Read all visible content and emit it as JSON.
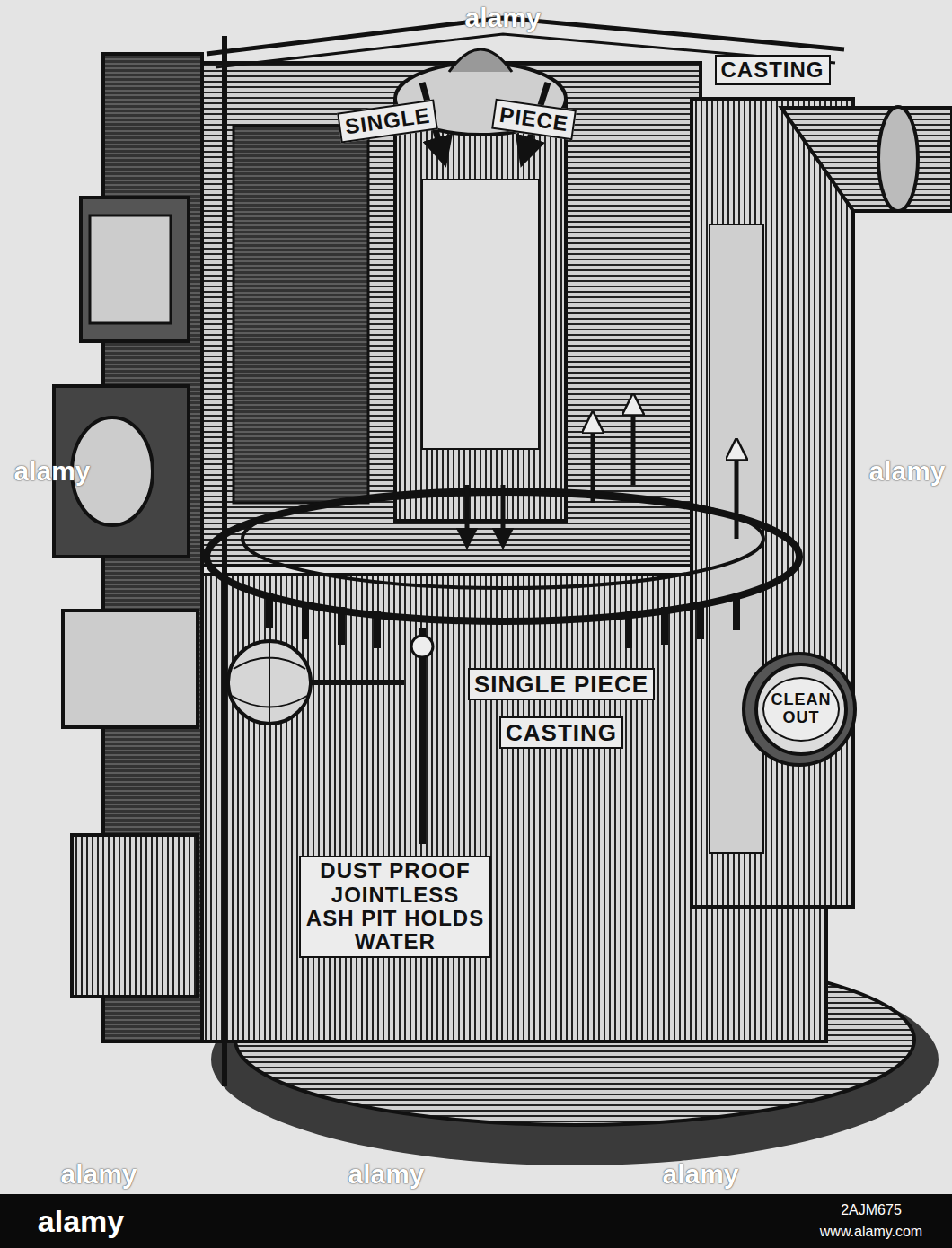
{
  "diagram": {
    "labels": [
      "SINGLE",
      "PIECE",
      "CASTING",
      "SINGLE PIECE",
      "CASTING",
      "CLEAN OUT",
      "DUST PROOF JOINTLESS ASH PIT HOLDS WATER",
      "alamy",
      "alamy",
      "alamy",
      "alamy",
      "alamy",
      "alamy",
      "alamy",
      "2AJM675",
      "www.alamy.com"
    ]
  }
}
